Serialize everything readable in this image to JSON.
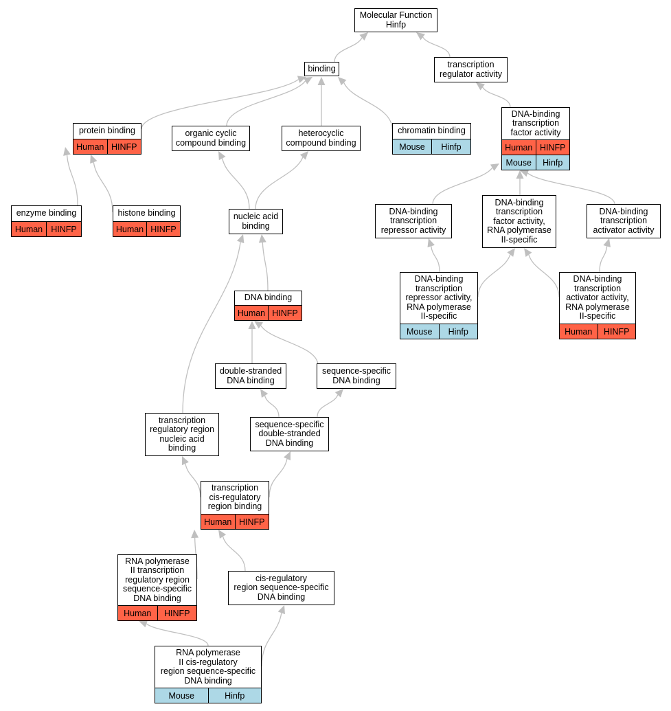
{
  "colors": {
    "human": "#ff6347",
    "mouse": "#add8e6",
    "edge": "#c0c0c0",
    "arrow": "#bfbfbf"
  },
  "nodes": [
    {
      "id": "mf",
      "label": "Molecular Function\nHinfp"
    },
    {
      "id": "binding",
      "label": "binding"
    },
    {
      "id": "tra",
      "label": "transcription\nregulator activity"
    },
    {
      "id": "pb",
      "label": "protein binding",
      "ann": [
        {
          "org": "human",
          "species": "Human",
          "gene": "HINFP"
        }
      ]
    },
    {
      "id": "ocb",
      "label": "organic cyclic\ncompound binding"
    },
    {
      "id": "hcb",
      "label": "heterocyclic\ncompound binding"
    },
    {
      "id": "cb",
      "label": "chromatin binding",
      "ann": [
        {
          "org": "mouse",
          "species": "Mouse",
          "gene": "Hinfp"
        }
      ]
    },
    {
      "id": "dbtfa",
      "label": "DNA-binding\ntranscription\nfactor activity",
      "ann": [
        {
          "org": "human",
          "species": "Human",
          "gene": "HINFP"
        },
        {
          "org": "mouse",
          "species": "Mouse",
          "gene": "Hinfp"
        }
      ]
    },
    {
      "id": "eb",
      "label": "enzyme binding",
      "ann": [
        {
          "org": "human",
          "species": "Human",
          "gene": "HINFP"
        }
      ]
    },
    {
      "id": "hb",
      "label": "histone binding",
      "ann": [
        {
          "org": "human",
          "species": "Human",
          "gene": "HINFP"
        }
      ]
    },
    {
      "id": "nab",
      "label": "nucleic acid\nbinding"
    },
    {
      "id": "dbtra",
      "label": "DNA-binding\ntranscription\nrepressor activity"
    },
    {
      "id": "dbtfa2",
      "label": "DNA-binding\ntranscription\nfactor activity,\nRNA polymerase\nII-specific"
    },
    {
      "id": "dbtaa",
      "label": "DNA-binding\ntranscription\nactivator activity"
    },
    {
      "id": "dbtra2",
      "label": "DNA-binding\ntranscription\nrepressor activity,\nRNA polymerase\nII-specific",
      "ann": [
        {
          "org": "mouse",
          "species": "Mouse",
          "gene": "Hinfp"
        }
      ]
    },
    {
      "id": "dbtaa2",
      "label": "DNA-binding\ntranscription\nactivator activity,\nRNA polymerase\nII-specific",
      "ann": [
        {
          "org": "human",
          "species": "Human",
          "gene": "HINFP"
        }
      ]
    },
    {
      "id": "db",
      "label": "DNA binding",
      "ann": [
        {
          "org": "human",
          "species": "Human",
          "gene": "HINFP"
        }
      ]
    },
    {
      "id": "dsdb",
      "label": "double-stranded\nDNA binding"
    },
    {
      "id": "ssdb",
      "label": "sequence-specific\nDNA binding"
    },
    {
      "id": "trrnab",
      "label": "transcription\nregulatory region\nnucleic acid\nbinding"
    },
    {
      "id": "ssdsdb",
      "label": "sequence-specific\ndouble-stranded\nDNA binding"
    },
    {
      "id": "tcrrb",
      "label": "transcription\ncis-regulatory\nregion binding",
      "ann": [
        {
          "org": "human",
          "species": "Human",
          "gene": "HINFP"
        }
      ]
    },
    {
      "id": "rp2",
      "label": "RNA polymerase\nII transcription\nregulatory region\nsequence-specific\nDNA binding",
      "ann": [
        {
          "org": "human",
          "species": "Human",
          "gene": "HINFP"
        }
      ]
    },
    {
      "id": "crssdb",
      "label": "cis-regulatory\nregion sequence-specific\nDNA binding"
    },
    {
      "id": "rp2cr",
      "label": "RNA polymerase\nII cis-regulatory\nregion sequence-specific\nDNA binding",
      "ann": [
        {
          "org": "mouse",
          "species": "Mouse",
          "gene": "Hinfp"
        }
      ]
    }
  ],
  "edges": [
    [
      "binding",
      "mf"
    ],
    [
      "tra",
      "mf"
    ],
    [
      "pb",
      "binding"
    ],
    [
      "ocb",
      "binding"
    ],
    [
      "hcb",
      "binding"
    ],
    [
      "cb",
      "binding"
    ],
    [
      "dbtfa",
      "tra"
    ],
    [
      "eb",
      "pb"
    ],
    [
      "hb",
      "pb"
    ],
    [
      "nab",
      "ocb"
    ],
    [
      "nab",
      "hcb"
    ],
    [
      "dbtra",
      "dbtfa"
    ],
    [
      "dbtfa2",
      "dbtfa"
    ],
    [
      "dbtaa",
      "dbtfa"
    ],
    [
      "dbtra2",
      "dbtra"
    ],
    [
      "dbtra2",
      "dbtfa2"
    ],
    [
      "dbtaa2",
      "dbtfa2"
    ],
    [
      "dbtaa2",
      "dbtaa"
    ],
    [
      "db",
      "nab"
    ],
    [
      "trrnab",
      "nab"
    ],
    [
      "dsdb",
      "db"
    ],
    [
      "ssdb",
      "db"
    ],
    [
      "ssdsdb",
      "dsdb"
    ],
    [
      "ssdsdb",
      "ssdb"
    ],
    [
      "tcrrb",
      "trrnab"
    ],
    [
      "tcrrb",
      "ssdsdb"
    ],
    [
      "rp2",
      "tcrrb"
    ],
    [
      "crssdb",
      "tcrrb"
    ],
    [
      "rp2cr",
      "rp2"
    ],
    [
      "rp2cr",
      "crssdb"
    ]
  ]
}
